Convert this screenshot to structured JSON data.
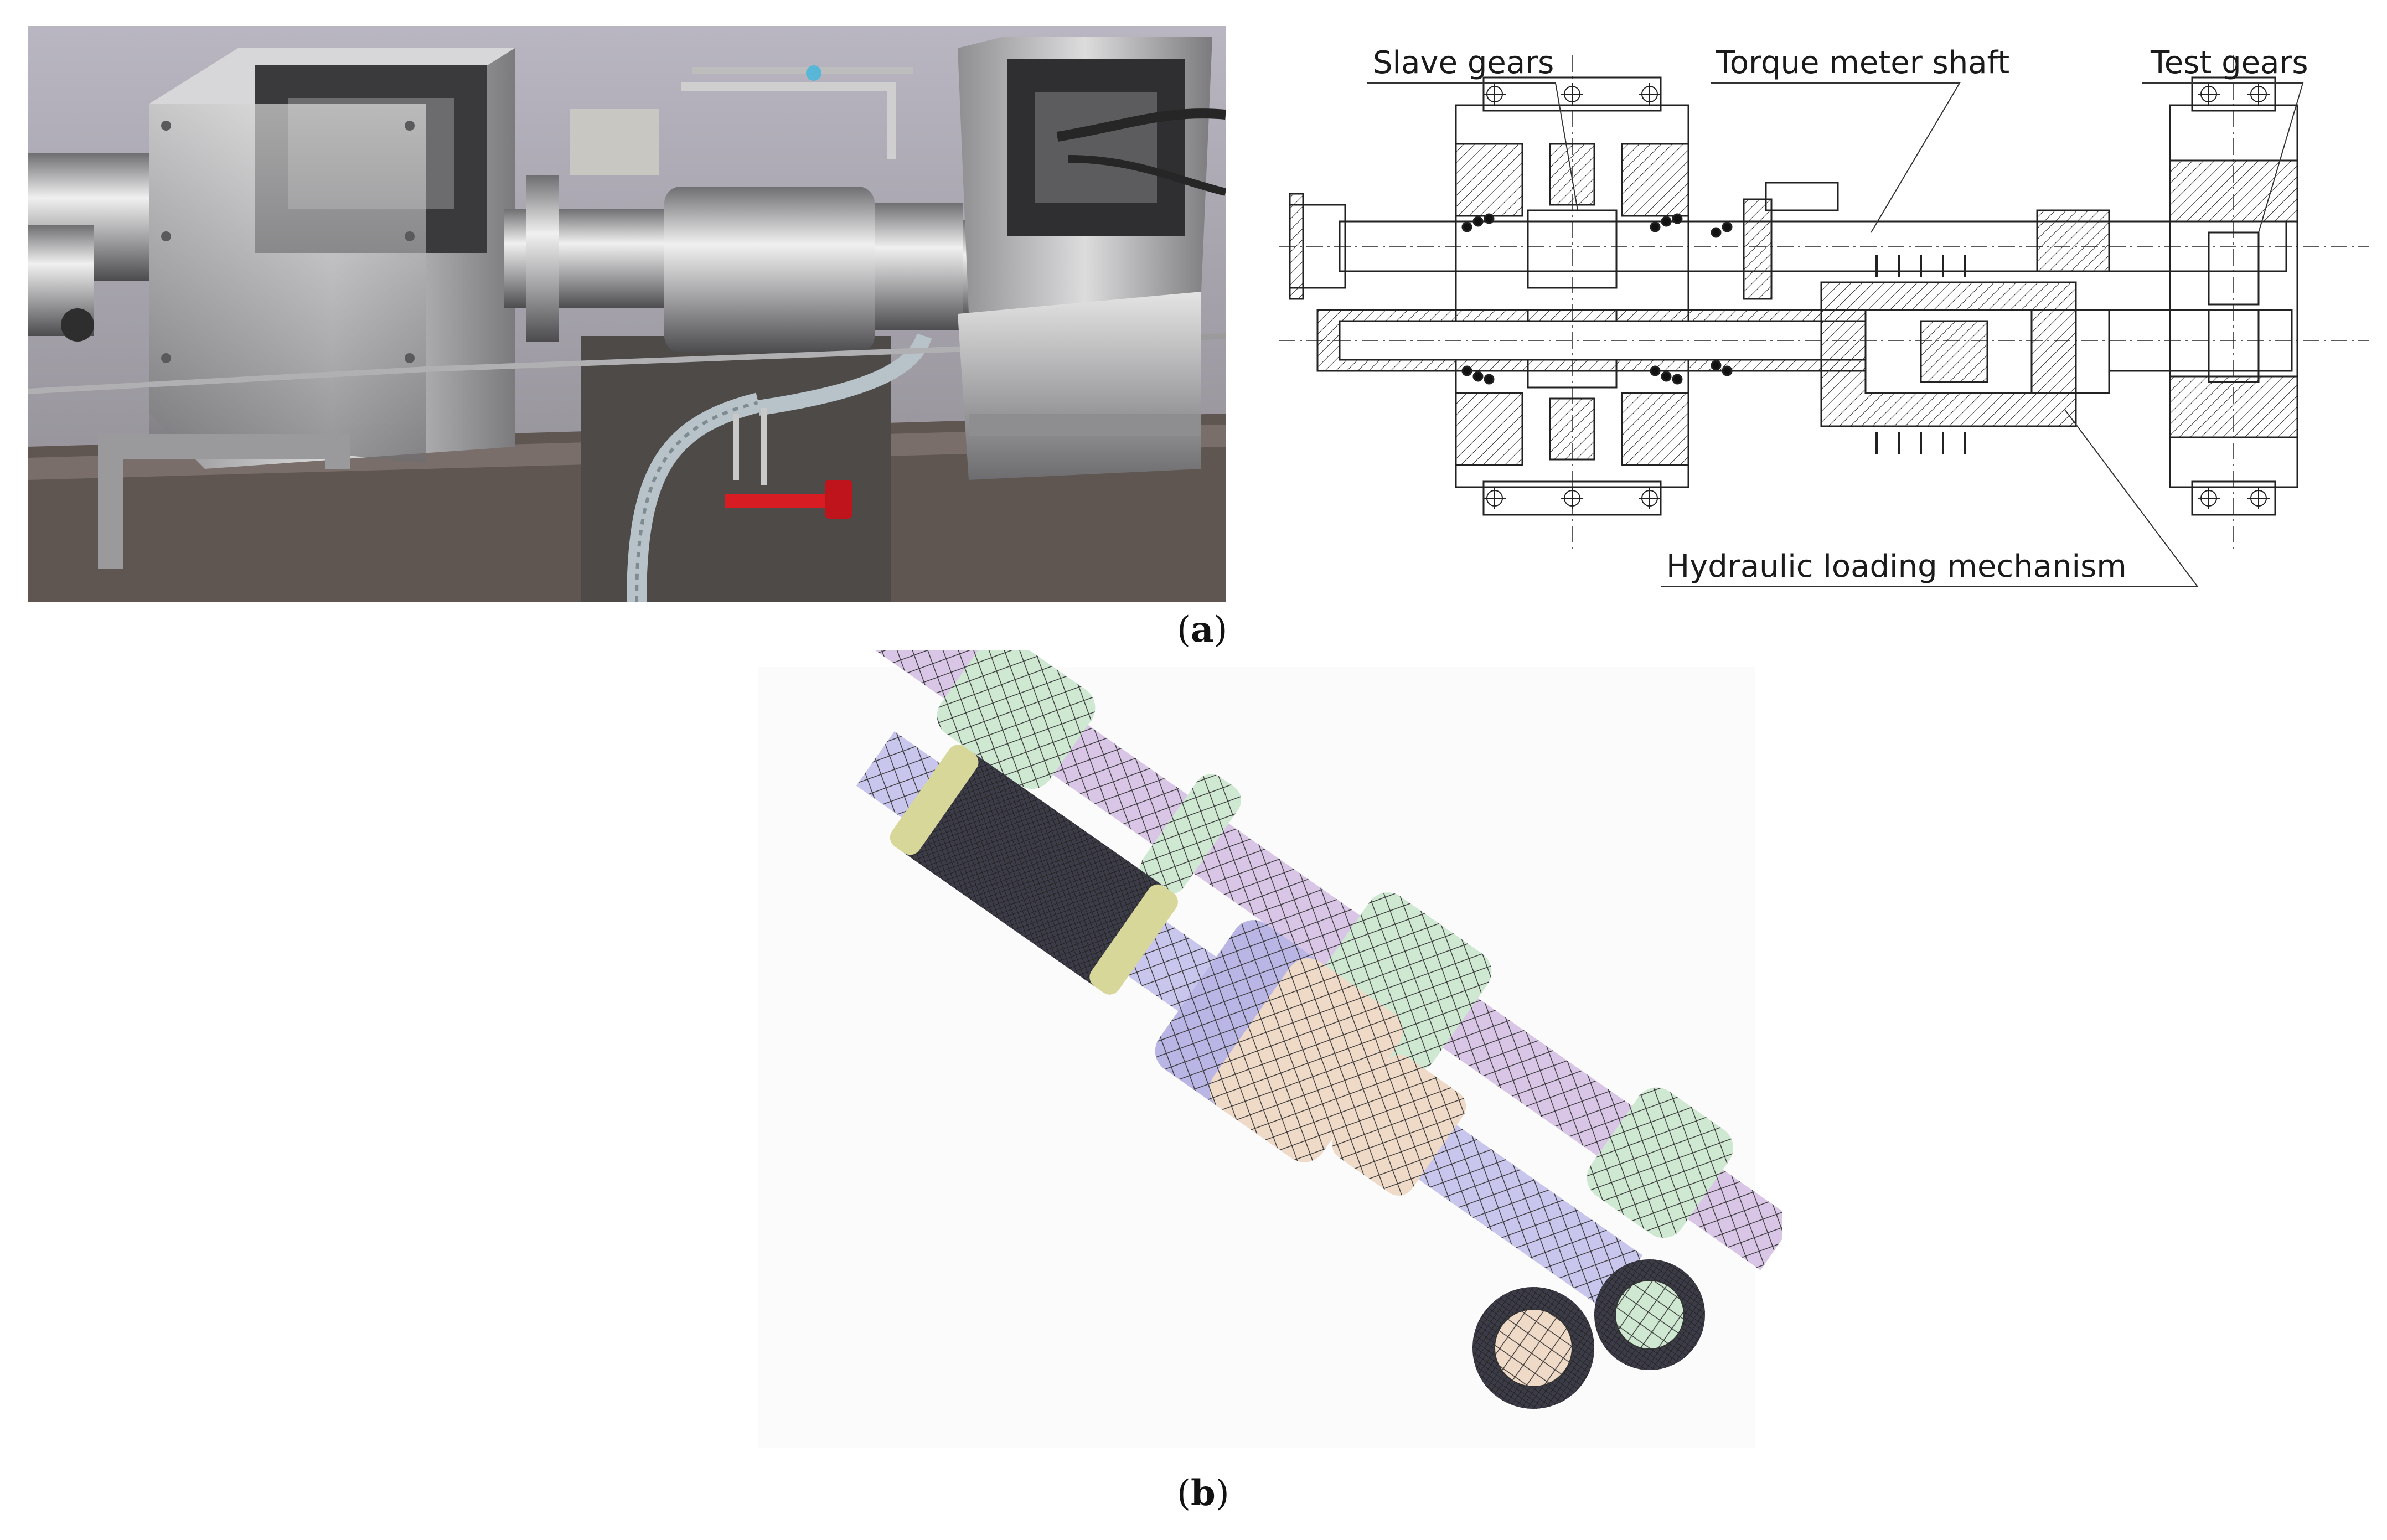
{
  "figure": {
    "panel_a": {
      "caption_open": "(",
      "caption_letter": "a",
      "caption_close": ")",
      "labels": {
        "slave_gears": "Slave gears",
        "torque_meter_shaft": "Torque meter shaft",
        "test_gears": "Test gears",
        "hydraulic_loading": "Hydraulic loading mechanism"
      }
    },
    "panel_b": {
      "caption_open": "(",
      "caption_letter": "b",
      "caption_close": ")"
    }
  }
}
